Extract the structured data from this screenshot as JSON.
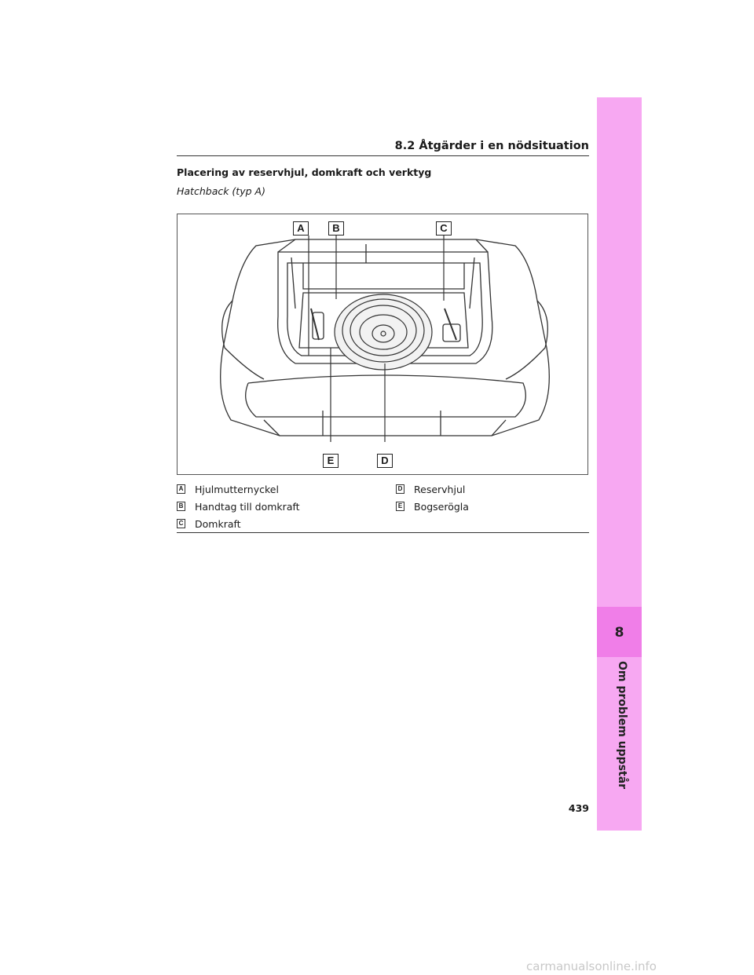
{
  "header": {
    "section": "8.2  Åtgärder i en nödsituation"
  },
  "section_title": "Placering av reservhjul, domkraft och verktyg",
  "subtitle": "Hatchback (typ A)",
  "figure": {
    "callouts": [
      "A",
      "B",
      "C",
      "E",
      "D"
    ]
  },
  "legend": {
    "items": [
      {
        "key": "A",
        "label": "Hjulmutternyckel"
      },
      {
        "key": "B",
        "label": "Handtag till domkraft"
      },
      {
        "key": "C",
        "label": "Domkraft"
      },
      {
        "key": "D",
        "label": "Reservhjul"
      },
      {
        "key": "E",
        "label": "Bogserögla"
      }
    ]
  },
  "side_tab": {
    "chapter_number": "8",
    "chapter_title": "Om problem uppstår"
  },
  "page_number": "439",
  "watermark": "carmanualsonline.info",
  "colors": {
    "tab": "#f7a8f2",
    "tab_active": "#f07ee8"
  }
}
